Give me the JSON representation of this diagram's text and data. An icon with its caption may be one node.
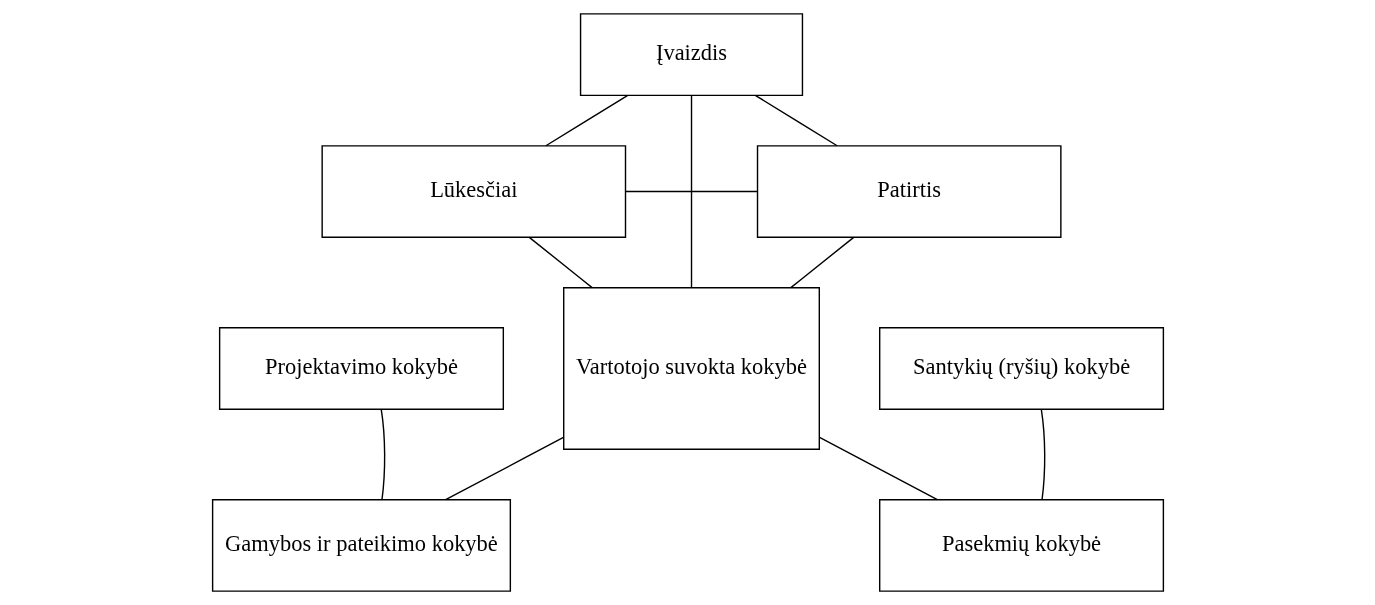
{
  "diagram": {
    "nodes": [
      {
        "text": [
          "Įvaizdis"
        ]
      },
      {
        "text": [
          "Lūkesčiai"
        ]
      },
      {
        "text": [
          "Patirtis"
        ]
      },
      {
        "text": [
          "Projektavimo kokybė"
        ]
      },
      {
        "text": [
          "Vartotojo suvokta kokybė"
        ]
      },
      {
        "text": [
          "Santykių (ryšių) kokybė"
        ]
      },
      {
        "text": [
          "Gamybos ir pateikimo kokybė"
        ]
      },
      {
        "text": [
          "Pasekmių kokybė"
        ]
      }
    ],
    "edges": [
      {
        "from": 0,
        "to": 1,
        "arrow": "none"
      },
      {
        "from": 0,
        "to": 2,
        "arrow": "none"
      },
      {
        "from": 0,
        "to": 4,
        "arrow": "none"
      },
      {
        "from": 1,
        "to": 2,
        "arrow": "none"
      },
      {
        "from": 1,
        "to": 4,
        "arrow": "none"
      },
      {
        "from": 2,
        "to": 4,
        "arrow": "none"
      },
      {
        "from": 3,
        "to": 6,
        "arrow": "none"
      },
      {
        "from": 6,
        "to": 4,
        "arrow": "none"
      },
      {
        "from": 4,
        "to": 7,
        "arrow": "none"
      },
      {
        "from": 5,
        "to": 7,
        "arrow": "none"
      }
    ]
  }
}
